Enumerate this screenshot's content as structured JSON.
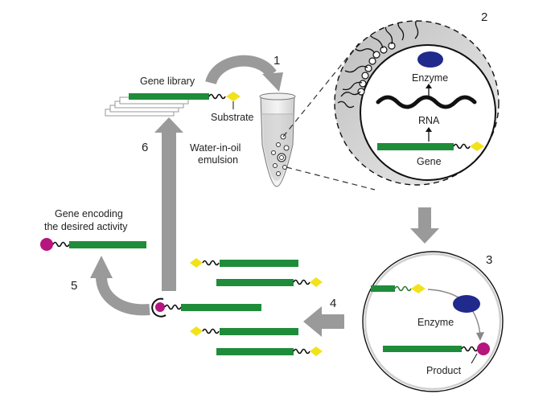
{
  "steps": [
    "1",
    "2",
    "3",
    "4",
    "5",
    "6"
  ],
  "labels": {
    "gene_library": "Gene library",
    "substrate": "Substrate",
    "water_in_oil_line1": "Water-in-oil",
    "water_in_oil_line2": "emulsion",
    "enzyme": "Enzyme",
    "rna": "RNA",
    "gene": "Gene",
    "enzyme_step3": "Enzyme",
    "product": "Product",
    "gene_encoding_line1": "Gene encoding",
    "gene_encoding_line2": "the desired activity"
  },
  "colors": {
    "gene": "#1f8c3a",
    "substrate": "#f2e21a",
    "product": "#b5177e",
    "enzyme": "#1f2a8c",
    "arrow": "#9a9a9a",
    "membrane": "#cfcfcf"
  }
}
